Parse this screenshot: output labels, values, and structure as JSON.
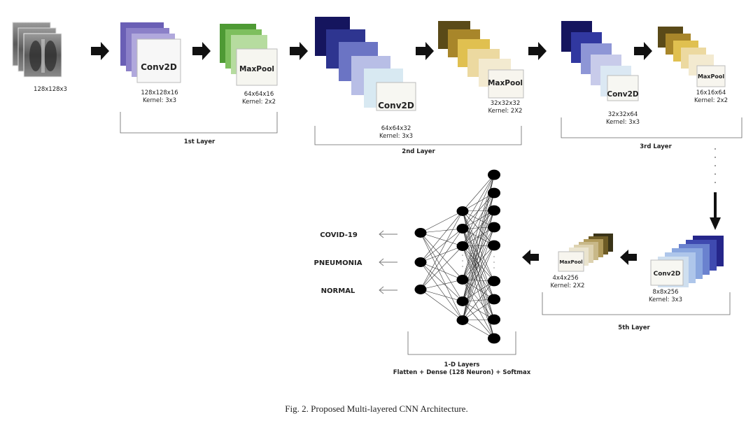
{
  "input": {
    "size": "128x128x3"
  },
  "layer1": {
    "title": "1st Layer",
    "conv": {
      "name": "Conv2D",
      "size": "128x128x16",
      "kernel": "Kernel: 3x3"
    },
    "pool": {
      "name": "MaxPool",
      "size": "64x64x16",
      "kernel": "Kernel: 2x2"
    }
  },
  "layer2": {
    "title": "2nd Layer",
    "conv": {
      "name": "Conv2D",
      "size": "64x64x32",
      "kernel": "Kernel: 3x3"
    },
    "pool": {
      "name": "MaxPool",
      "size": "32x32x32",
      "kernel": "Kernel: 2X2"
    }
  },
  "layer3": {
    "title": "3rd Layer",
    "conv": {
      "name": "Conv2D",
      "size": "32x32x64",
      "kernel": "Kernel: 3x3"
    },
    "pool": {
      "name": "MaxPool",
      "size": "16x16x64",
      "kernel": "Kernel: 2x2"
    }
  },
  "layer5": {
    "title": "5th Layer",
    "conv": {
      "name": "Conv2D",
      "size": "8x8x256",
      "kernel": "Kernel: 3x3"
    },
    "pool": {
      "name": "MaxPool",
      "size": "4x4x256",
      "kernel": "Kernel: 2X2"
    }
  },
  "dense": {
    "title": "1-D Layers",
    "subtitle": "Flatten + Dense (128 Neuron) + Softmax"
  },
  "outputs": [
    "COVID-19",
    "PNEUMONIA",
    "NORMAL"
  ],
  "caption": "Fig. 2.  Proposed Multi-layered CNN Architecture.",
  "colors": {
    "purple": "#6f62b8",
    "green": "#5aa33f",
    "navy": "#1a1a6e",
    "gold": "#b8952a"
  }
}
